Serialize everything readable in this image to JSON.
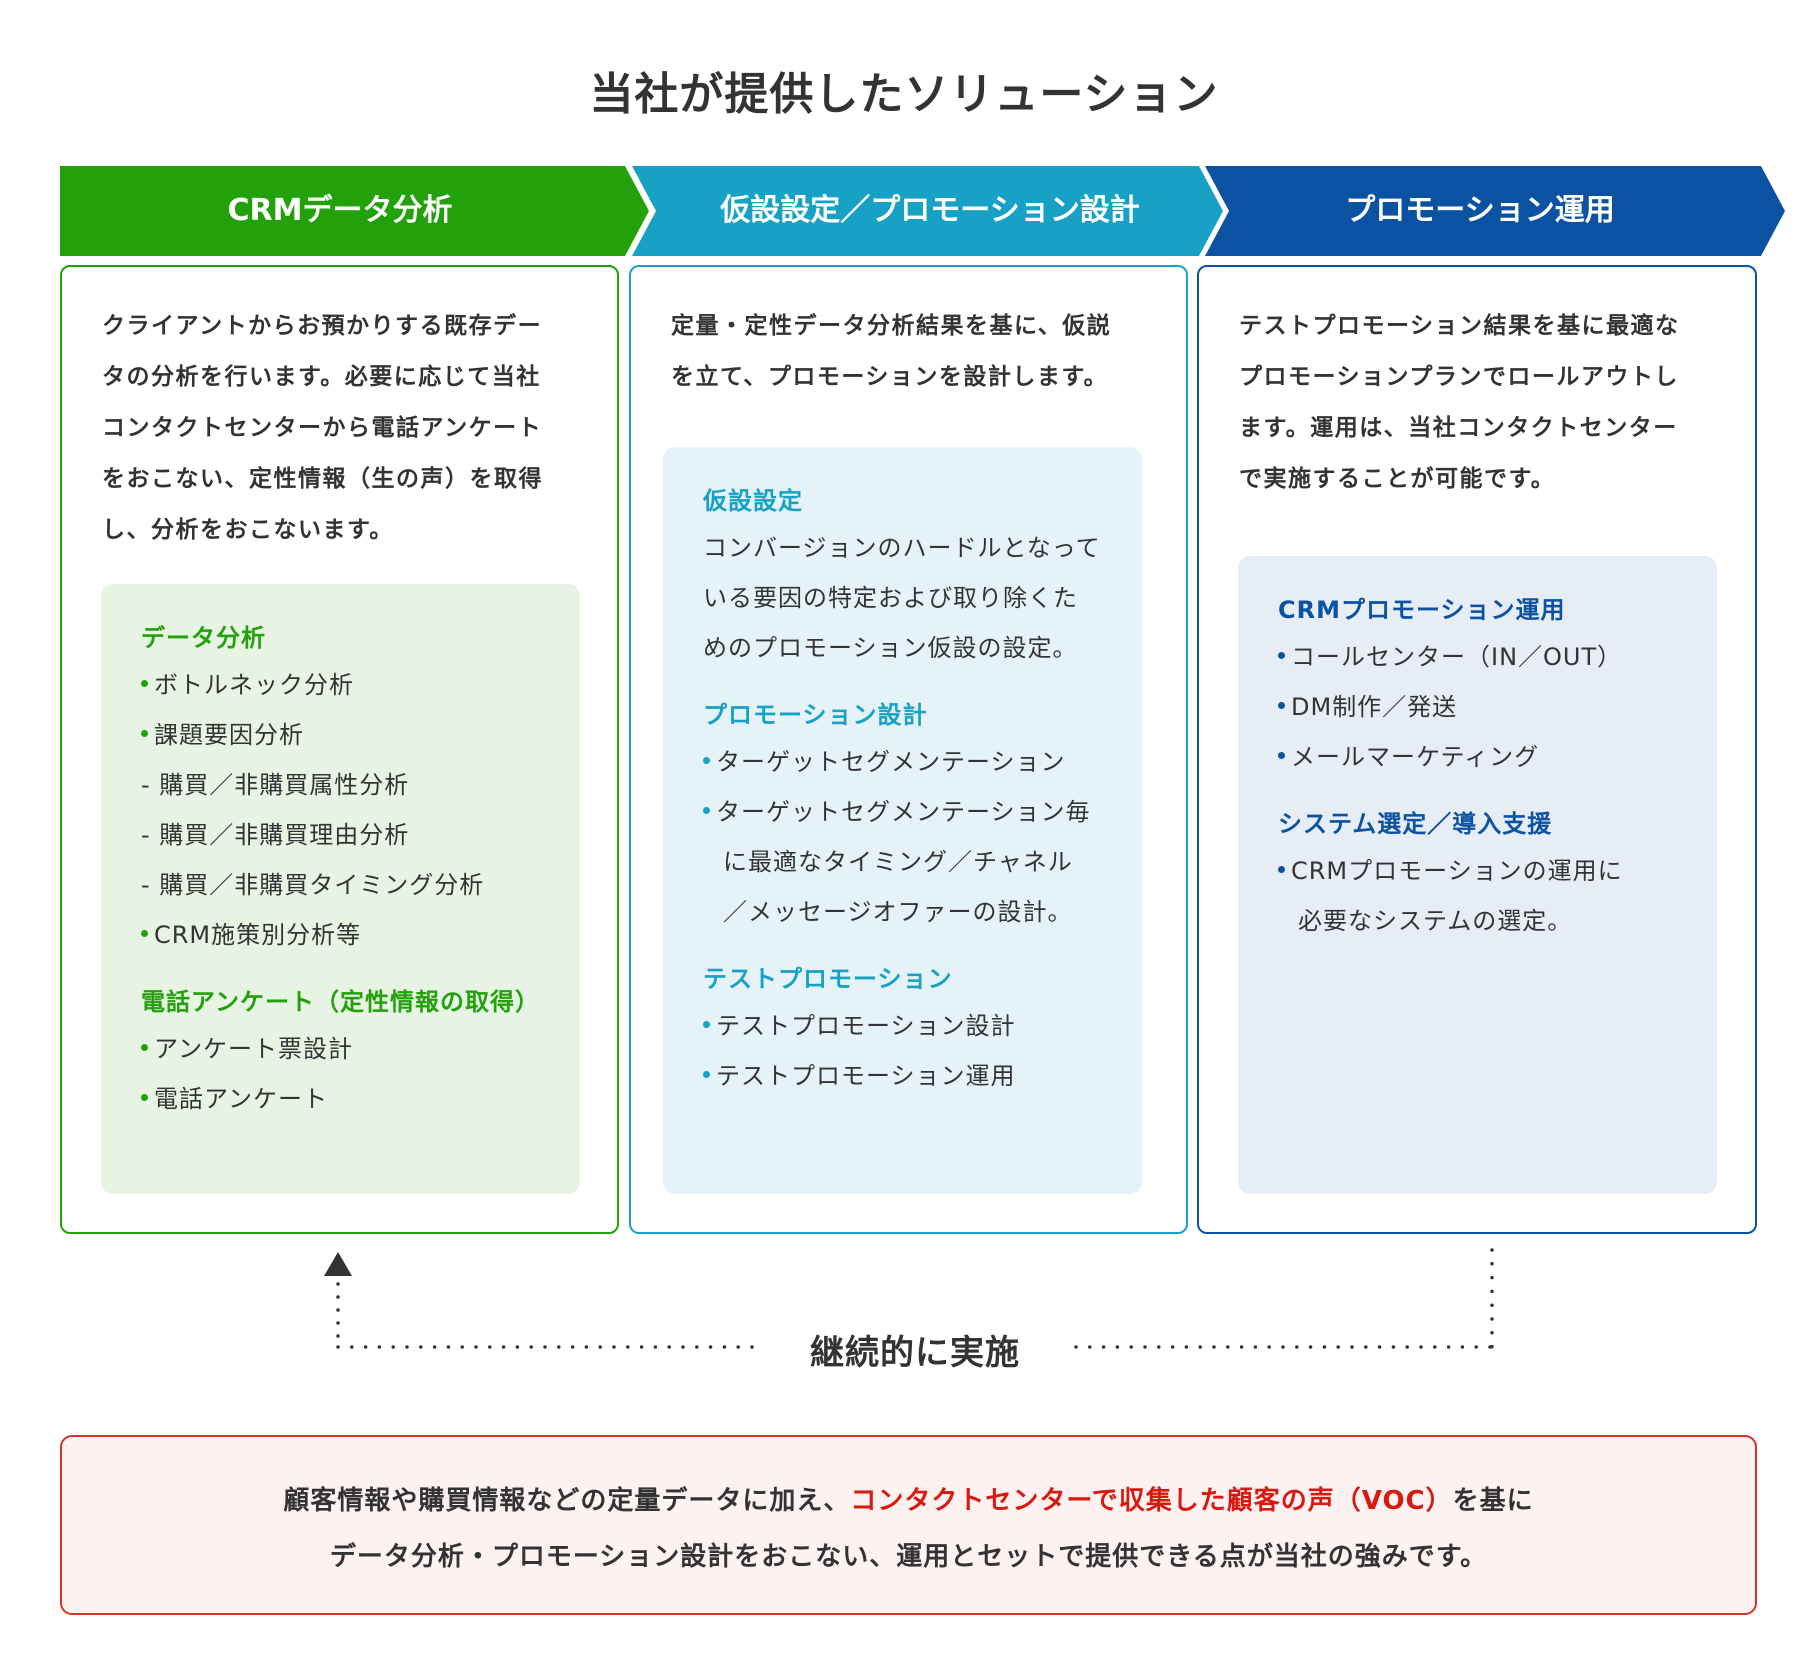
{
  "title": "当社が提供したソリューション",
  "colors": {
    "green": "#22a10a",
    "teal": "#17a1c4",
    "blue": "#0b52a3",
    "red": "#d9332a"
  },
  "steps": [
    {
      "label": "CRMデータ分析",
      "desc": [
        "クライアントからお預かりする既存デー",
        "タの分析を行います。必要に応じて当社",
        "コンタクトセンターから電話アンケート",
        "をおこない、定性情報（生の声）を取得",
        "し、分析をおこないます。"
      ],
      "sections": [
        {
          "heading": "データ分析",
          "items": [
            "ボトルネック分析",
            "課題要因分析"
          ],
          "subitems": [
            "- 購買／非購買属性分析",
            "- 購買／非購買理由分析",
            "- 購買／非購買タイミング分析"
          ],
          "last": "CRM施策別分析等"
        },
        {
          "heading": "電話アンケート（定性情報の取得）",
          "items": [
            "アンケート票設計",
            "電話アンケート"
          ]
        }
      ]
    },
    {
      "label": "仮設設定／プロモーション設計",
      "desc": [
        "定量・定性データ分析結果を基に、仮説",
        "を立て、プロモーションを設計します。"
      ],
      "sections": [
        {
          "heading": "仮設設定",
          "lines": [
            "コンバージョンのハードルとなって",
            "いる要因の特定および取り除くた",
            "めのプロモーション仮設の設定。"
          ]
        },
        {
          "heading": "プロモーション設計",
          "items": [
            "ターゲットセグメンテーション",
            "ターゲットセグメンテーション毎"
          ],
          "cont": [
            "に最適なタイミング／チャネル",
            "／メッセージオファーの設計。"
          ]
        },
        {
          "heading": "テストプロモーション",
          "items": [
            "テストプロモーション設計",
            "テストプロモーション運用"
          ]
        }
      ]
    },
    {
      "label": "プロモーション運用",
      "desc": [
        "テストプロモーション結果を基に最適な",
        "プロモーションプランでロールアウトし",
        "ます。運用は、当社コンタクトセンター",
        "で実施することが可能です。"
      ],
      "sections": [
        {
          "heading": "CRMプロモーション運用",
          "items": [
            "コールセンター（IN／OUT）",
            "DM制作／発送",
            "メールマーケティング"
          ]
        },
        {
          "heading": "システム選定／導入支援",
          "items": [
            "CRMプロモーションの運用に"
          ],
          "cont": [
            "必要なシステムの選定。"
          ]
        }
      ]
    }
  ],
  "loop_label": "継続的に実施",
  "bottom": {
    "line1_a": "顧客情報や購買情報などの定量データに加え、",
    "line1_highlight": "コンタクトセンターで収集した顧客の声（VOC）",
    "line1_b": "を基に",
    "line2": "データ分析・プロモーション設計をおこない、運用とセットで提供できる点が当社の強みです。"
  }
}
